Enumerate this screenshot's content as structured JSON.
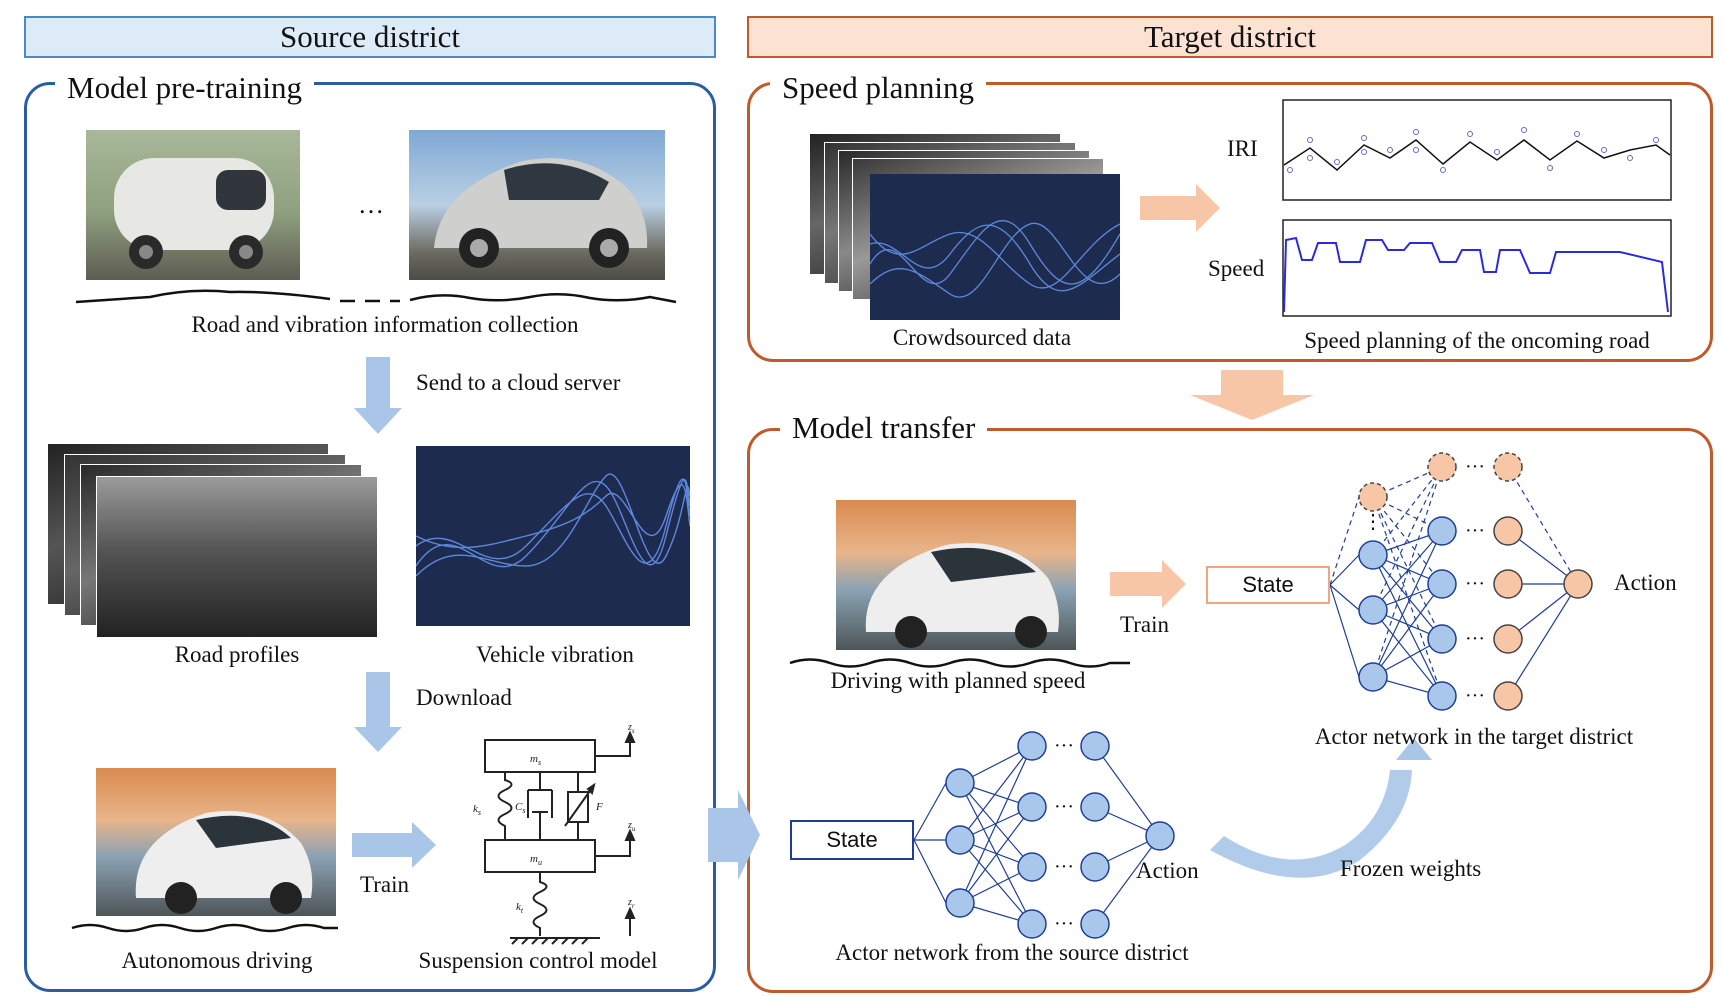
{
  "headers": {
    "source": "Source district",
    "target": "Target district"
  },
  "source_panel": {
    "title": "Model pre-training",
    "ellipsis": "…",
    "collection_label": "Road and vibration information collection",
    "send_label": "Send to a cloud server",
    "road_profiles_label": "Road profiles",
    "vehicle_vibration_label": "Vehicle vibration",
    "download_label": "Download",
    "train_label": "Train",
    "autonomous_label": "Autonomous driving",
    "suspension_label": "Suspension control model",
    "suspension": {
      "ms": "m",
      "ms_sub": "s",
      "mu": "m",
      "mu_sub": "u",
      "ks": "k",
      "ks_sub": "s",
      "cs": "C",
      "cs_sub": "s",
      "f": "F",
      "kt": "k",
      "kt_sub": "t",
      "zs": "z",
      "zs_sub": "s",
      "zu": "z",
      "zu_sub": "u",
      "zr": "z",
      "zr_sub": "r"
    }
  },
  "speed_panel": {
    "title": "Speed planning",
    "crowdsourced_label": "Crowdsourced data",
    "iri_label": "IRI",
    "speed_label": "Speed",
    "plan_label": "Speed planning of the oncoming road"
  },
  "transfer_panel": {
    "title": "Model transfer",
    "train_label": "Train",
    "driving_label": "Driving with planned speed",
    "state_target": "State",
    "action_target": "Action",
    "target_net_label": "Actor network in the target district",
    "state_source": "State",
    "action_source": "Action",
    "source_net_label": "Actor network from the source district",
    "frozen_label": "Frozen weights",
    "dots": "···"
  },
  "colors": {
    "source_header_fill": "#dcebf7",
    "source_border": "#2a5ea3",
    "target_header_fill": "#fbe2d2",
    "target_border": "#c05a2a",
    "blue_arrow": "#a9c6e8",
    "orange_arrow": "#f7c6a7",
    "node_blue": "#a9c7ea",
    "node_orange": "#f7c6a7",
    "edge_blue": "#1f3f94"
  }
}
